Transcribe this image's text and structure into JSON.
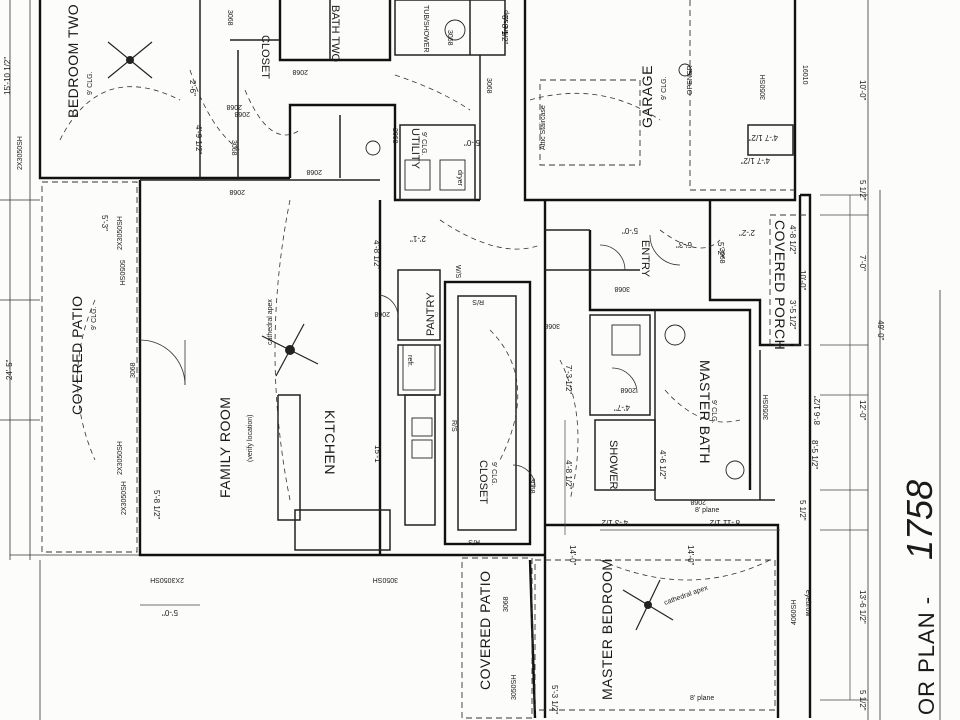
{
  "drawing": {
    "plan_number": "1758",
    "title": "OR PLAN -"
  },
  "rooms": {
    "bedroom_two": {
      "name": "BEDROOM TWO",
      "note": "9' CLG."
    },
    "bath_two": {
      "name": "BATH TWO"
    },
    "closet_top": {
      "name": "CLOSET"
    },
    "tub_shower": {
      "name": "TUB/SHOWER"
    },
    "utility": {
      "name": "UTILITY",
      "note": "9' CLG."
    },
    "dryer": {
      "name": "dryer"
    },
    "garage": {
      "name": "GARAGE",
      "note": "9' CLG.",
      "opener": "OPENER"
    },
    "attic_staircase": {
      "name": "Attic Staircase"
    },
    "covered_patio_left": {
      "name": "COVERED PATIO",
      "note": "9' CLG."
    },
    "family_room": {
      "name": "FAMILY ROOM",
      "fan_note": "(verify location)"
    },
    "kitchen": {
      "name": "KITCHEN"
    },
    "pantry": {
      "name": "PANTRY"
    },
    "refr": {
      "name": "refr."
    },
    "closet_main": {
      "name": "CLOSET",
      "note": "9' CLG."
    },
    "entry": {
      "name": "ENTRY"
    },
    "covered_porch": {
      "name": "COVERED PORCH"
    },
    "master_bath": {
      "name": "MASTER BATH",
      "note": "9' CLG."
    },
    "shower": {
      "name": "SHOWER"
    },
    "master_bedroom": {
      "name": "MASTER BEDROOM",
      "note": "cathedral apex"
    },
    "covered_patio_bottom": {
      "name": "COVERED PATIO"
    }
  },
  "notes": {
    "cathedral_apex": "cathedral apex",
    "eyebrow": "eyebrow",
    "fire_stop": "fire stop",
    "r_s": "R/S",
    "r_s_2": "R/S",
    "r_s_3": "R/S",
    "plane_1": "8' plane",
    "plane_2": "8' plane",
    "ws": "W/S"
  },
  "windows": {
    "w1": "2X3050SH",
    "w2": "2X3050SH",
    "w3": "2X3050SH",
    "w4": "2X3050SH",
    "w5": "2X3050SH",
    "w6": "3050SH",
    "w7": "3050SH",
    "w8": "3050SH",
    "w9": "4060SH",
    "w10": "3050SH",
    "w11": "5050SH"
  },
  "doors": {
    "d1": "3068",
    "d2": "2068",
    "d3": "2068",
    "d4": "3068",
    "d5": "2068",
    "d6": "2068",
    "d7": "3068",
    "d8": "2068",
    "d9": "3068",
    "d10": "3068",
    "d11": "3068",
    "d12": "2068",
    "d13": "2068",
    "d14": "3068",
    "d15": "3068",
    "d16": "3068",
    "d17": "16010",
    "d18": "3068",
    "d19": "2068",
    "d20": "2068"
  },
  "dimensions": {
    "dim_15_10": "15'-10 1/2\"",
    "dim_24_5": "24'-5\"",
    "dim_2_6a": "2'-6\"",
    "dim_4_9": "4'-9 1/2\"",
    "dim_5_0": "5'-0\"",
    "dim_5_3": "5'-3\"",
    "dim_4_8": "4'-8 1/2\"",
    "dim_2_1": "2'-1\"",
    "dim_15_1": "15'-1\"",
    "dim_7_3": "7'-3 1/2\"",
    "dim_4_7": "4'-7\"",
    "dim_4_8b": "4'-8 1/2\"",
    "dim_4_6": "4'-6 1/2\"",
    "dim_4_3": "4'-3 1/2\"",
    "dim_8_11": "8'-11 1/2\"",
    "dim_14_0": "14'-0\"",
    "dim_8_6": "8'-6 1/2\"",
    "dim_5_0b": "5'-0\"",
    "dim_5_0c": "5'-0\"",
    "dim_6_3": "6'-3\"",
    "dim_5_2": "5'-2\"",
    "dim_2_2": "2'-2\"",
    "dim_4_8c": "4'-8 1/2\"",
    "dim_10_0": "10'-0\"",
    "dim_3_5": "3'-5 1/2\"",
    "dim_7_0": "7'-0\"",
    "dim_49_0": "49'-0\"",
    "dim_12_0": "12'-0\"",
    "dim_8_5": "8'-5 1/2\"",
    "dim_5_half": "5 1/2\"",
    "dim_5_half_b": "5 1/2\"",
    "dim_5_half_c": "5 1/2\"",
    "dim_13_6": "13'-6 1/2\"",
    "dim_10_0b": "10'-0\"",
    "dim_4_7b": "4'-7 1/2\"",
    "dim_4_7c": "4'-7 1/2\"",
    "dim_6_8": "6'-8 1/2\"",
    "dim_5_8": "5'-8 1/2\"",
    "dim_5_3b": "5'-3 1/2\"",
    "dim_14_0b": "14'-0\""
  },
  "colors": {
    "ink": "#111111",
    "paper": "#fcfcfa"
  }
}
